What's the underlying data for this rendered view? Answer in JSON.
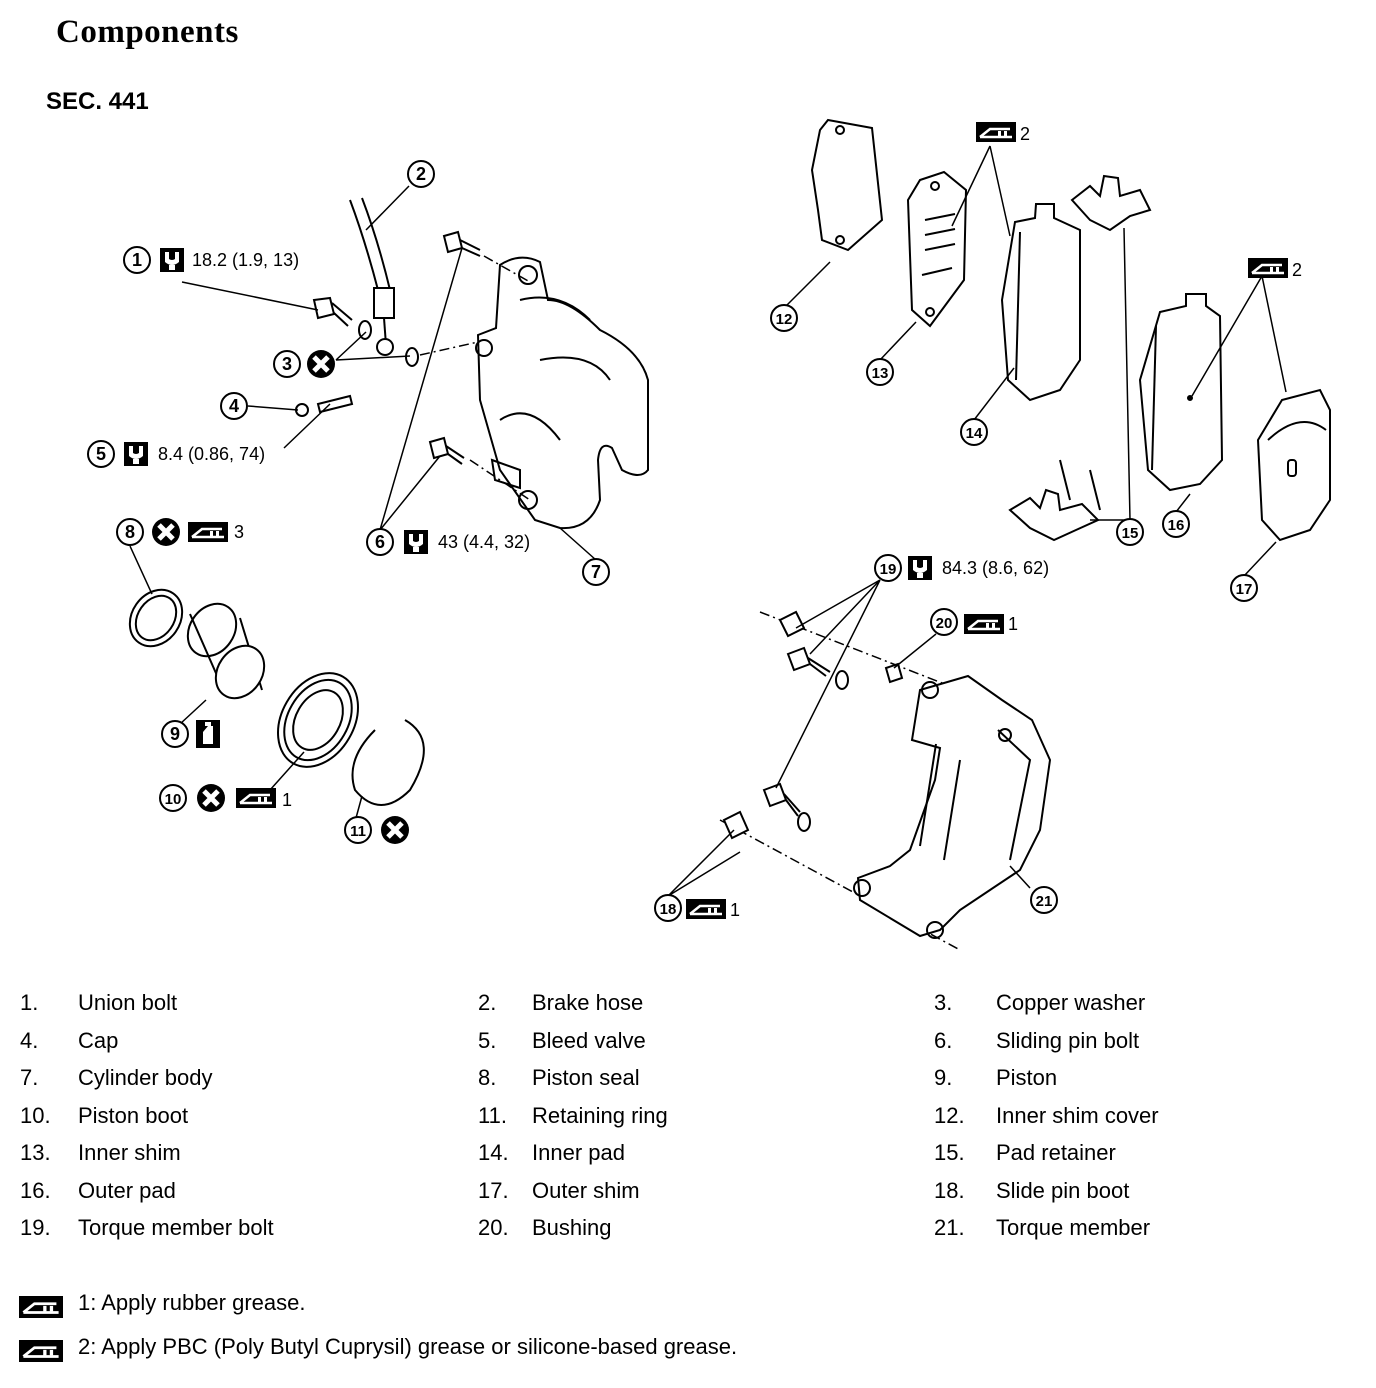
{
  "title": "Components",
  "section": "SEC. 441",
  "callouts": {
    "c1": "18.2 (1.9, 13)",
    "c5": "8.4 (0.86, 74)",
    "c6": "43 (4.4, 32)",
    "c19": "84.3 (8.6, 62)",
    "c8_grease": "3",
    "c10_grease": "1",
    "c13_grease": "2",
    "c16_grease": "2",
    "c18_grease": "1",
    "c20_grease": "1"
  },
  "part_numbers": [
    "1",
    "2",
    "3",
    "4",
    "5",
    "6",
    "7",
    "8",
    "9",
    "10",
    "11",
    "12",
    "13",
    "14",
    "15",
    "16",
    "17",
    "18",
    "19",
    "20",
    "21"
  ],
  "parts": [
    {
      "num": "1.",
      "name": "Union bolt"
    },
    {
      "num": "2.",
      "name": "Brake hose"
    },
    {
      "num": "3.",
      "name": "Copper washer"
    },
    {
      "num": "4.",
      "name": "Cap"
    },
    {
      "num": "5.",
      "name": "Bleed valve"
    },
    {
      "num": "6.",
      "name": "Sliding pin bolt"
    },
    {
      "num": "7.",
      "name": "Cylinder body"
    },
    {
      "num": "8.",
      "name": "Piston seal"
    },
    {
      "num": "9.",
      "name": "Piston"
    },
    {
      "num": "10.",
      "name": "Piston boot"
    },
    {
      "num": "11.",
      "name": "Retaining ring"
    },
    {
      "num": "12.",
      "name": "Inner shim cover"
    },
    {
      "num": "13.",
      "name": "Inner shim"
    },
    {
      "num": "14.",
      "name": "Inner pad"
    },
    {
      "num": "15.",
      "name": "Pad retainer"
    },
    {
      "num": "16.",
      "name": "Outer pad"
    },
    {
      "num": "17.",
      "name": "Outer shim"
    },
    {
      "num": "18.",
      "name": "Slide pin boot"
    },
    {
      "num": "19.",
      "name": "Torque member bolt"
    },
    {
      "num": "20.",
      "name": "Bushing"
    },
    {
      "num": "21.",
      "name": "Torque member"
    }
  ],
  "notes": [
    {
      "text": "1: Apply rubber grease."
    },
    {
      "text": "2: Apply PBC (Poly Butyl Cuprysil) grease or silicone-based grease."
    }
  ]
}
